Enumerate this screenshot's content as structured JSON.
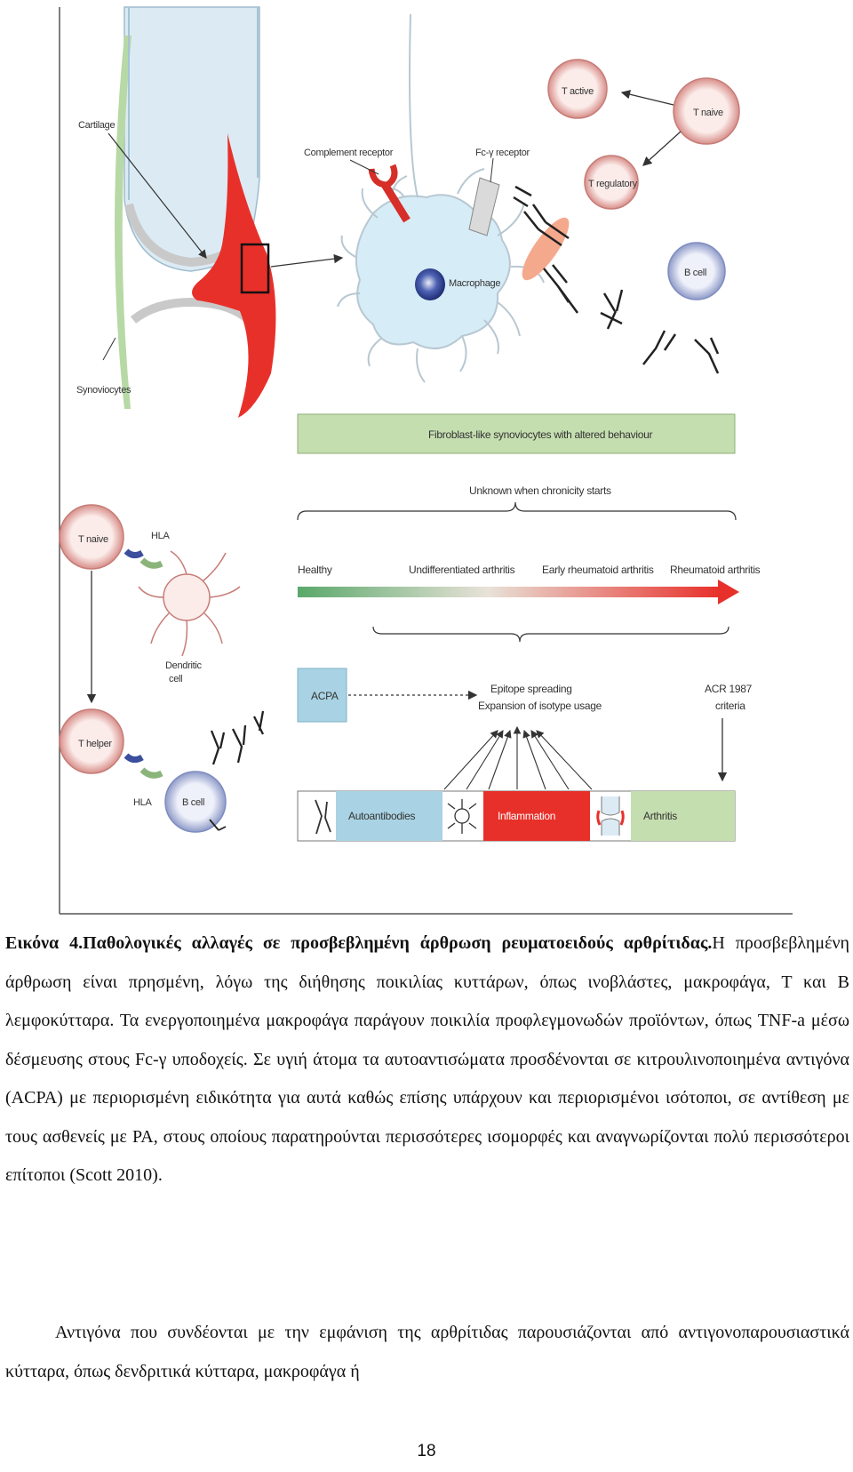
{
  "figure": {
    "labels": {
      "cartilage": "Cartilage",
      "synoviocytes": "Synoviocytes",
      "complement_receptor": "Complement receptor",
      "fc_receptor": "Fc-γ receptor",
      "macrophage": "Macrophage",
      "t_active": "T active",
      "t_naive_top": "T naive",
      "t_regulatory": "T regulatory",
      "b_cell_top": "B cell",
      "fibroblast_bar": "Fibroblast-like synoviocytes with altered behaviour",
      "chronicity": "Unknown when chronicity starts",
      "t_naive_left": "T naive",
      "hla_top": "HLA",
      "dendritic_cell_1": "Dendritic",
      "dendritic_cell_2": "cell",
      "t_helper": "T helper",
      "hla_bottom": "HLA",
      "b_cell_bottom": "B cell",
      "stage_healthy": "Healthy",
      "stage_undifferentiated": "Undifferentiated arthritis",
      "stage_early": "Early rheumatoid arthritis",
      "stage_ra": "Rheumatoid arthritis",
      "acpa": "ACPA",
      "epitope_1": "Epitope spreading",
      "epitope_2": "Expansion of isotype usage",
      "acr_1": "ACR 1987",
      "acr_2": "criteria",
      "bar_autoantibodies": "Autoantibodies",
      "bar_inflammation": "Inflammation",
      "bar_arthritis": "Arthritis"
    },
    "colors": {
      "synovium_red": "#e8302a",
      "fibroblast_green": "#c5deb0",
      "autoantibodies_blue": "#a9d3e4",
      "arthritis_green": "#c5deb0",
      "macrophage_blue": "#d6ecf6",
      "nucleus_blue": "#3b4f9e"
    }
  },
  "caption": {
    "label": "Εικόνα 4.Παθολογικές αλλαγές σε προσβεβλημένη άρθρωση ρευματοειδούς αρθρίτιδας.",
    "text": "Η προσβεβλημένη άρθρωση είναι πρησμένη, λόγω της διήθησης ποικιλίας κυττάρων, όπως ινοβλάστες, μακροφάγα, Τ και Β λεμφοκύτταρα. Τα ενεργοποιημένα μακροφάγα παράγουν ποικιλία προφλεγμονωδών προϊόντων, όπως TNF-a μέσω δέσμευσης στους Fc-γ υποδοχείς. Σε υγιή άτομα τα αυτοαντισώματα προσδένονται σε κιτρουλινοποιημένα αντιγόνα (ACPA) με περιορισμένη ειδικότητα για αυτά καθώς επίσης υπάρχουν και περιορισμένοι ισότοποι, σε αντίθεση με τους ασθενείς με ΡΑ, στους οποίους παρατηρούνται περισσότερες ισομορφές και αναγνωρίζονται πολύ περισσότεροι επίτοποι (Scott 2010)."
  },
  "paragraph": "Αντιγόνα που συνδέονται με την εμφάνιση της αρθρίτιδας παρουσιάζονται από αντιγονοπαρουσιαστικά κύτταρα, όπως δενδριτικά κύτταρα, μακροφάγα ή",
  "page_number": "18"
}
